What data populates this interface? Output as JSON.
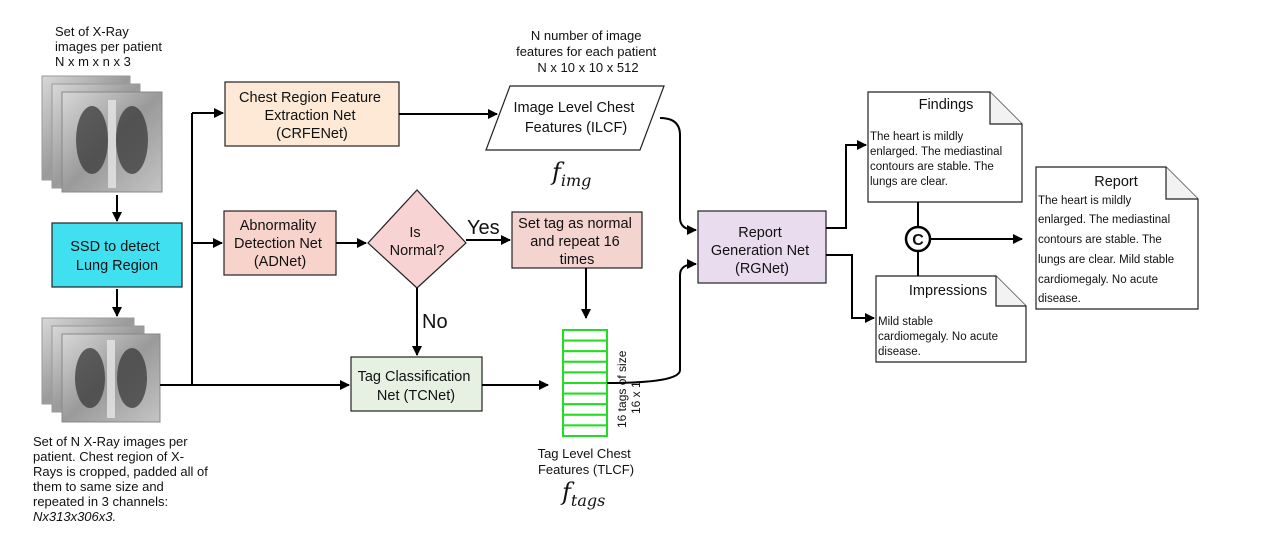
{
  "input_top": {
    "caption_lines": [
      "Set of  X-Ray",
      "images per patient",
      "N x m x n x 3"
    ]
  },
  "input_bottom": {
    "caption_lines": [
      "Set of N X-Ray images per",
      "patient. Chest region of X-",
      "Rays is cropped, padded all of",
      "them to same size and",
      "repeated in 3 channels:",
      "Nx313x306x3."
    ]
  },
  "ssd": {
    "lines": [
      "SSD to detect",
      "Lung Region"
    ],
    "color": "#40e0f0"
  },
  "crfenet": {
    "lines": [
      "Chest Region Feature",
      "Extraction Net",
      "(CRFENet)"
    ],
    "color": "#fde9d6"
  },
  "adnet": {
    "lines": [
      "Abnormality",
      "Detection Net",
      "(ADNet)"
    ],
    "color": "#f8d3cc"
  },
  "decision": {
    "lines": [
      "Is",
      "Normal?"
    ],
    "yes_label": "Yes",
    "no_label": "No",
    "color": "#f8d3d3"
  },
  "set_tag": {
    "lines": [
      "Set tag as normal",
      "and repeat 16",
      "times"
    ],
    "color": "#f3d4cf"
  },
  "tcnet": {
    "lines": [
      "Tag Classification",
      "Net (TCNet)"
    ],
    "color": "#e6f1e4"
  },
  "rgnet": {
    "lines": [
      "Report",
      "Generation Net",
      "(RGNet)"
    ],
    "color": "#eadcef"
  },
  "ilcf": {
    "caption_lines": [
      "N number of image",
      "features for each patient",
      "N x 10 x 10 x 512"
    ],
    "lines": [
      "Image Level Chest",
      "Features (ILCF)"
    ],
    "symbol": "f",
    "symbol_sub": "img"
  },
  "tlcf": {
    "rotated_lines": [
      "16 tags of size",
      "16 x 1"
    ],
    "label_lines": [
      "Tag Level Chest",
      "Features (TLCF)"
    ],
    "symbol": "f",
    "symbol_sub": "tags",
    "slots": 10,
    "color": "#22dd22"
  },
  "findings": {
    "title": "Findings",
    "lines": [
      "The heart is mildly",
      "enlarged. The mediastinal",
      "contours are stable. The",
      "lungs are clear."
    ]
  },
  "impressions": {
    "title": "Impressions",
    "lines": [
      "Mild stable",
      "cardiomegaly. No acute",
      "disease."
    ]
  },
  "concat": {
    "symbol": "C"
  },
  "report": {
    "title": "Report",
    "lines": [
      "The heart is mildly",
      "enlarged. The mediastinal",
      "contours are stable. The",
      "lungs are clear. Mild stable",
      "cardiomegaly. No acute",
      "disease."
    ]
  }
}
